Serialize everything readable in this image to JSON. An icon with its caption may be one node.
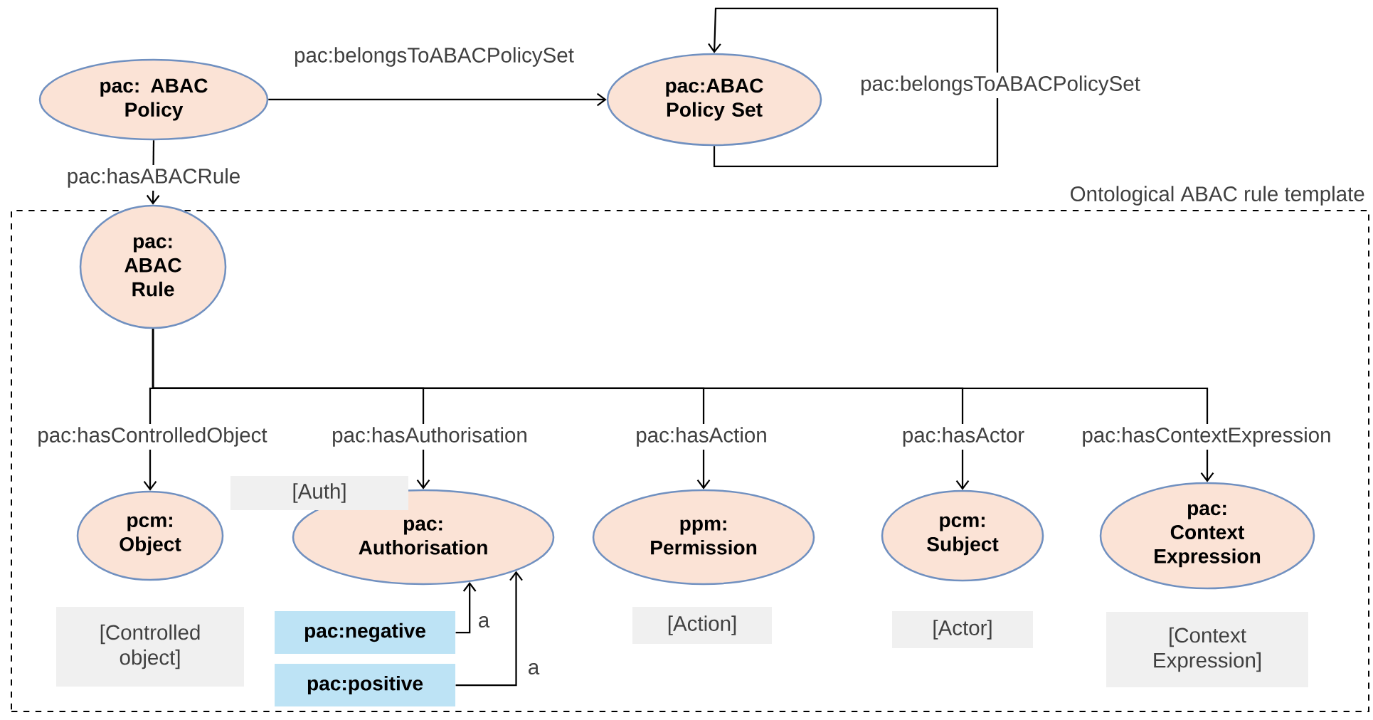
{
  "diagram": {
    "nodes": [
      {
        "text": [
          "Ontological ABAC rule template"
        ]
      },
      {
        "text": [
          "pac: ABAC Policy"
        ]
      },
      {
        "text": [
          "pac:ABAC Policy Set"
        ]
      },
      {
        "text": [
          "pac: ABAC Rule"
        ],
        "in": 0
      },
      {
        "text": [
          "pcm: Object"
        ],
        "in": 0
      },
      {
        "text": [
          "pac: Authorisation"
        ],
        "in": 0
      },
      {
        "text": [
          "ppm: Permission"
        ],
        "in": 0
      },
      {
        "text": [
          "pcm: Subject"
        ],
        "in": 0
      },
      {
        "text": [
          "pac: Context Expression"
        ],
        "in": 0
      },
      {
        "text": [
          "[Controlled object]"
        ],
        "in": 0
      },
      {
        "text": [
          "[Auth]"
        ],
        "in": 0
      },
      {
        "text": [
          "[Action]"
        ],
        "in": 0
      },
      {
        "text": [
          "[Actor]"
        ],
        "in": 0
      },
      {
        "text": [
          "[Context Expression]"
        ],
        "in": 0
      },
      {
        "text": [
          "pac:negative"
        ],
        "in": 0
      },
      {
        "text": [
          "pac:positive"
        ],
        "in": 0
      }
    ],
    "edges": [
      {
        "from": 1,
        "to": 2,
        "arrow": "to",
        "label": "pac:belongsToABACPolicySet"
      },
      {
        "from": 2,
        "to": 2,
        "arrow": "to",
        "label": "pac:belongsToABACPolicySet"
      },
      {
        "from": 1,
        "to": 3,
        "arrow": "to",
        "label": "pac:hasABACRule"
      },
      {
        "from": 3,
        "to": 4,
        "arrow": "to",
        "label": "pac:hasControlledObject"
      },
      {
        "from": 3,
        "to": 5,
        "arrow": "to",
        "label": "pac:hasAuthorisation"
      },
      {
        "from": 3,
        "to": 6,
        "arrow": "to",
        "label": "pac:hasAction"
      },
      {
        "from": 3,
        "to": 7,
        "arrow": "to",
        "label": "pac:hasActor"
      },
      {
        "from": 3,
        "to": 8,
        "arrow": "to",
        "label": "pac:hasContextExpression"
      },
      {
        "from": 14,
        "to": 5,
        "arrow": "to",
        "label": "a"
      },
      {
        "from": 15,
        "to": 5,
        "arrow": "to",
        "label": "a"
      }
    ]
  }
}
